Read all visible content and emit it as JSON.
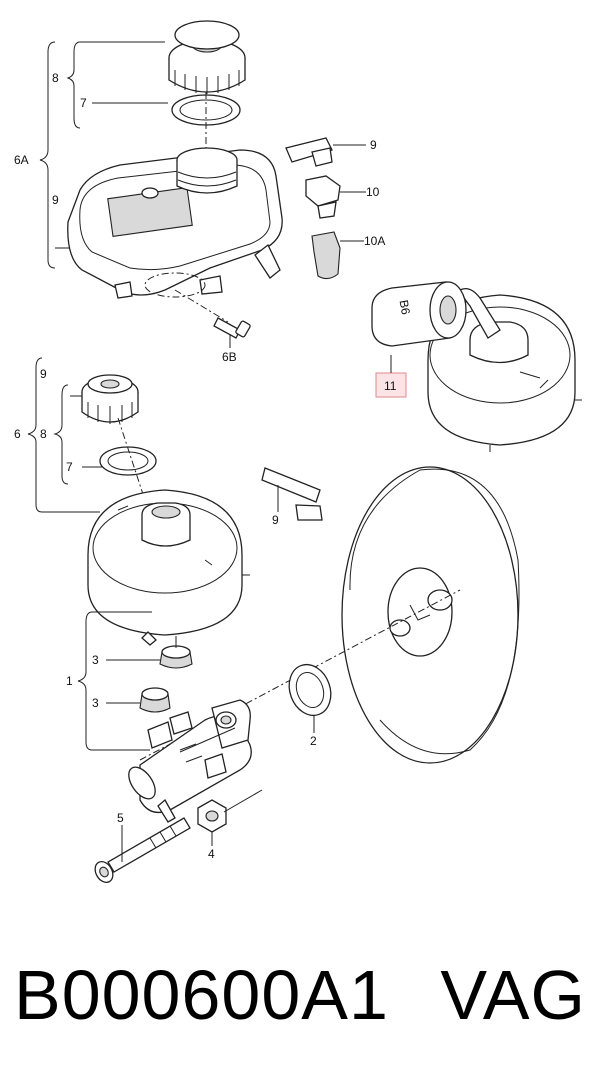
{
  "labels": {
    "l_6A": "6A",
    "l_8a": "8",
    "l_7a": "7",
    "l_9a": "9",
    "l_9b": "9",
    "l_10": "10",
    "l_10A": "10A",
    "l_6B": "6B",
    "l_11": "11",
    "l_9c": "9",
    "l_6": "6",
    "l_8b": "8",
    "l_7b": "7",
    "l_9d": "9",
    "l_3a": "3",
    "l_1": "1",
    "l_3b": "3",
    "l_2": "2",
    "l_5": "5",
    "l_4": "4",
    "l_B6": "B6"
  },
  "footer": {
    "part_number": "B000600A1",
    "brand": "VAG"
  },
  "colors": {
    "highlight_fill": "#fbe3e6",
    "highlight_stroke": "#e0888f",
    "line": "#222222"
  }
}
